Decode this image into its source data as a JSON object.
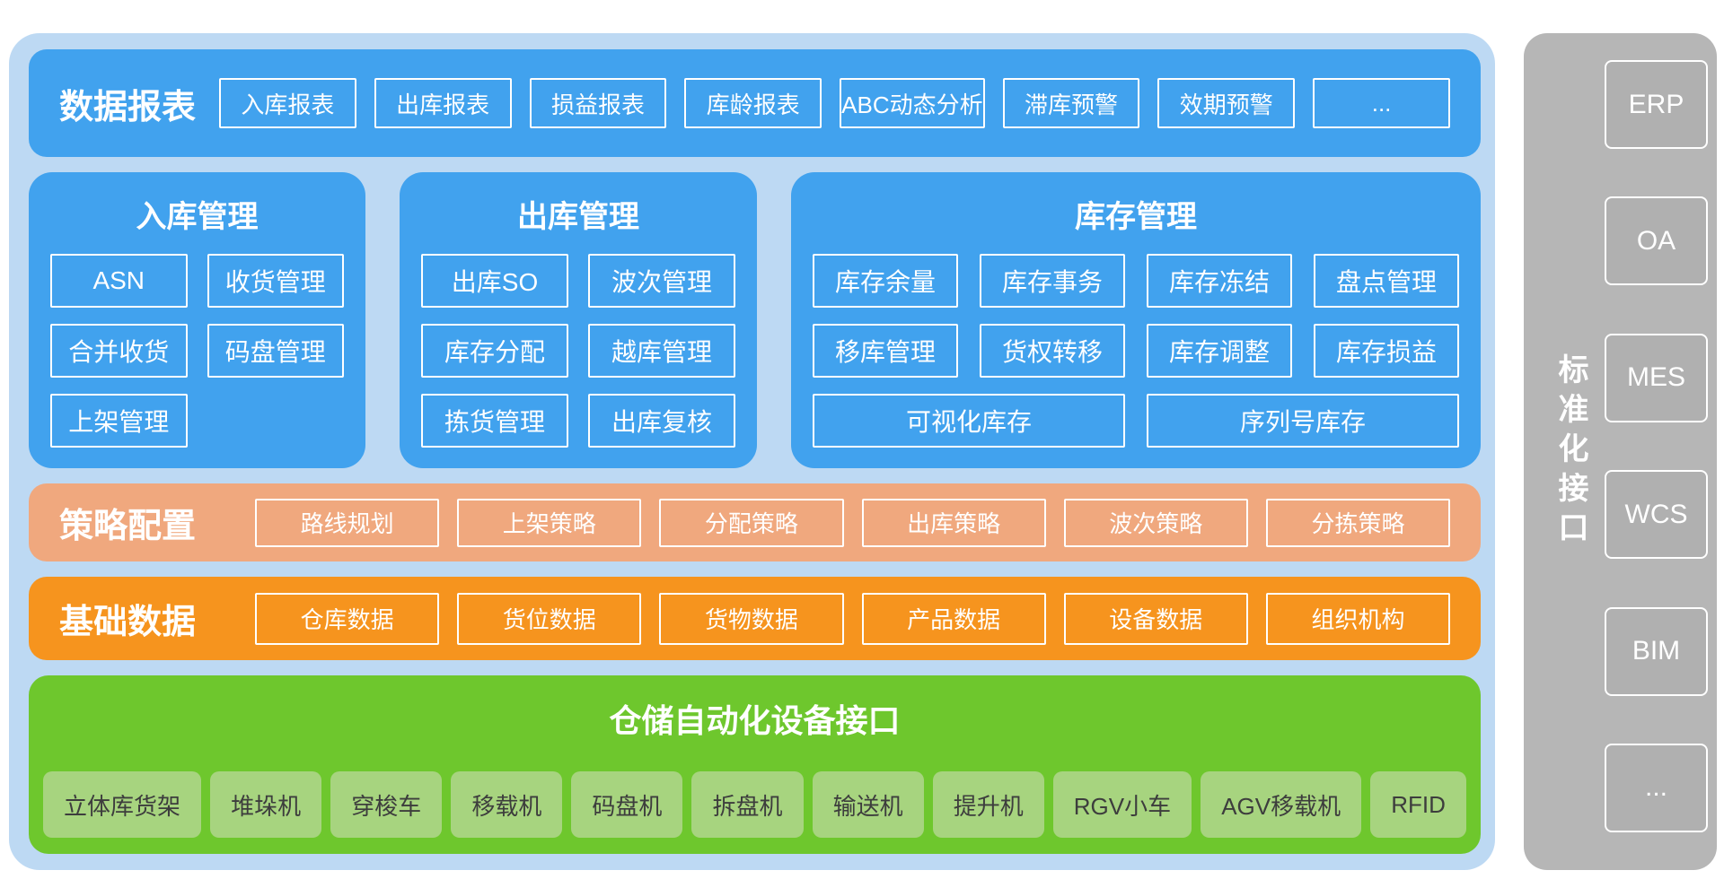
{
  "colors": {
    "container_bg": "#bdd9f3",
    "blue": "#41a2ee",
    "salmon": "#f0a87e",
    "orange": "#f6941e",
    "green": "#6ec72d",
    "green_item_bg": "#a7d47f",
    "gray": "#b6b6b6"
  },
  "report_band": {
    "label": "数据报表",
    "items": [
      "入库报表",
      "出库报表",
      "损益报表",
      "库龄报表",
      "ABC动态分析",
      "滞库预警",
      "效期预警",
      "..."
    ]
  },
  "panels": {
    "inbound": {
      "title": "入库管理",
      "items": [
        "ASN",
        "收货管理",
        "合并收货",
        "码盘管理",
        "上架管理"
      ]
    },
    "outbound": {
      "title": "出库管理",
      "items": [
        "出库SO",
        "波次管理",
        "库存分配",
        "越库管理",
        "拣货管理",
        "出库复核"
      ]
    },
    "inventory": {
      "title": "库存管理",
      "items": [
        "库存余量",
        "库存事务",
        "库存冻结",
        "盘点管理",
        "移库管理",
        "货权转移",
        "库存调整",
        "库存损益"
      ],
      "wide_items": [
        "可视化库存",
        "序列号库存"
      ]
    }
  },
  "strategy_band": {
    "label": "策略配置",
    "items": [
      "路线规划",
      "上架策略",
      "分配策略",
      "出库策略",
      "波次策略",
      "分拣策略"
    ]
  },
  "base_band": {
    "label": "基础数据",
    "items": [
      "仓库数据",
      "货位数据",
      "货物数据",
      "产品数据",
      "设备数据",
      "组织机构"
    ]
  },
  "device_band": {
    "title": "仓储自动化设备接口",
    "items": [
      "立体库货架",
      "堆垛机",
      "穿梭车",
      "移载机",
      "码盘机",
      "拆盘机",
      "输送机",
      "提升机",
      "RGV小车",
      "AGV移载机",
      "RFID"
    ]
  },
  "sidebar": {
    "label": "标准化接口",
    "items": [
      "ERP",
      "OA",
      "MES",
      "WCS",
      "BIM",
      "..."
    ]
  }
}
